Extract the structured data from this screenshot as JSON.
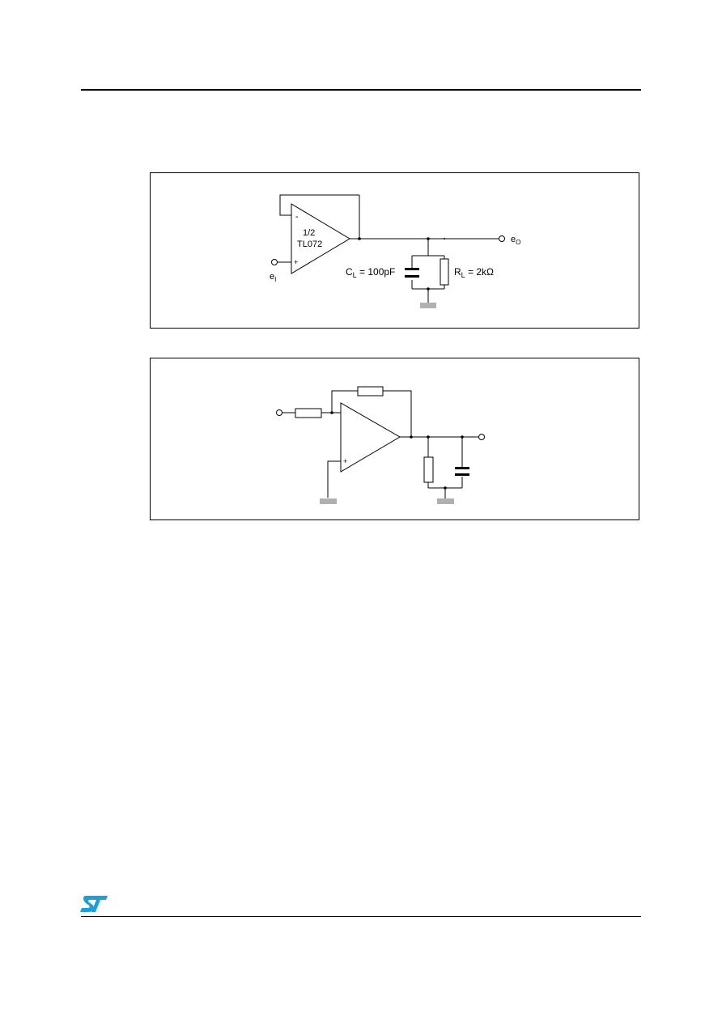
{
  "figure1": {
    "opamp_label_line1": "1/2",
    "opamp_label_line2": "TL072",
    "inverting_sign": "-",
    "noninverting_sign": "+",
    "input": {
      "symbol": "e",
      "subscript": "I"
    },
    "output": {
      "symbol": "e",
      "subscript": "O"
    },
    "capacitor": {
      "symbol": "C",
      "subscript": "L",
      "value": " = 100pF"
    },
    "resistor": {
      "symbol": "R",
      "subscript": "L",
      "value": " = 2kΩ"
    }
  },
  "figure2": {
    "noninverting_sign": "+"
  },
  "colors": {
    "line": "#000000",
    "ground": "#b0b0b0",
    "logo": "#1a9fd8"
  },
  "logo": {
    "name": "ST",
    "icon": "st-logo-icon"
  }
}
